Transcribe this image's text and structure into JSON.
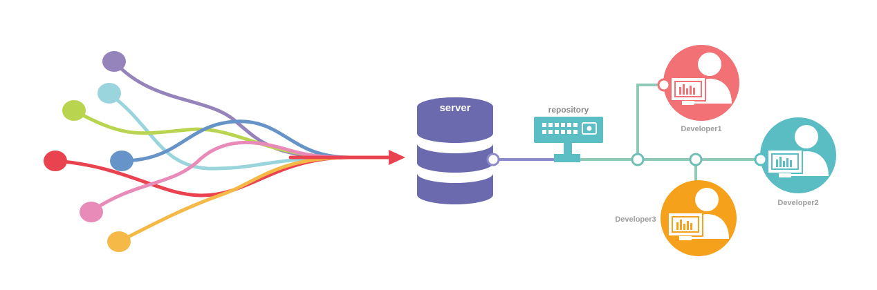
{
  "server": {
    "label": "server",
    "color": "#6c6aaf"
  },
  "repository": {
    "label": "repository",
    "color": "#5cbec5"
  },
  "sources": [
    {
      "name": "purple",
      "color": "#9583bc"
    },
    {
      "name": "light-blue",
      "color": "#9ad5de"
    },
    {
      "name": "lime",
      "color": "#b9d44e"
    },
    {
      "name": "red",
      "color": "#e9434f"
    },
    {
      "name": "blue",
      "color": "#6693c8"
    },
    {
      "name": "pink",
      "color": "#e98bb8"
    },
    {
      "name": "yellow",
      "color": "#f5b947"
    }
  ],
  "developers": [
    {
      "label": "Developer1",
      "color": "#f17174"
    },
    {
      "label": "Developer2",
      "color": "#5bbdc4"
    },
    {
      "label": "Developer3",
      "color": "#f5a11c"
    }
  ],
  "colors": {
    "link": "#8fc9b7",
    "server_link": "#8c8ac8",
    "label_gray": "#9e9e9e",
    "arrow": "#e9434f"
  }
}
